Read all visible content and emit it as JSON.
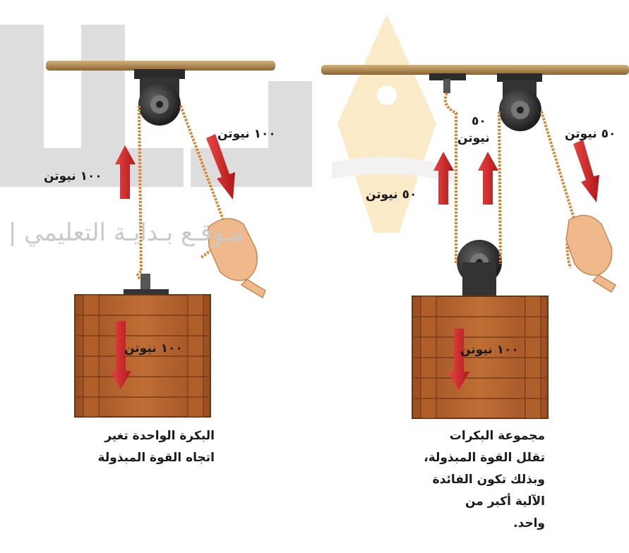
{
  "watermark": {
    "logo_text": "بدا",
    "site_name": "مـوقـع بـدايـة التعليمي |"
  },
  "left_diagram": {
    "force_effort": "١٠٠ نيوتن",
    "force_up": "١٠٠ نيوتن",
    "force_load": "١٠٠ نيوتن",
    "caption": [
      "البكرة الواحدة تغير",
      "اتجاه القوة المبذولة"
    ]
  },
  "right_diagram": {
    "force_effort": "٥٠ نيوتن",
    "force_middle": [
      "٥٠",
      "نيوتن"
    ],
    "force_left_up": "٥٠ نيوتن",
    "force_load": "١٠٠ نيوتن",
    "caption": [
      "مجموعة البكرات",
      "تقلل القوة المبذولة،",
      "وبذلك تكون الفائدة",
      "الآلية أكبر من",
      "واحد."
    ]
  },
  "colors": {
    "beam": "#b8935a",
    "crate": "#b5652e",
    "arrow": "#d42a2a",
    "rope": "#d9822b",
    "pulley": "#2b2b2b",
    "watermark_logo": "#c8c8c8",
    "watermark_pen": "#f4e2b4"
  }
}
